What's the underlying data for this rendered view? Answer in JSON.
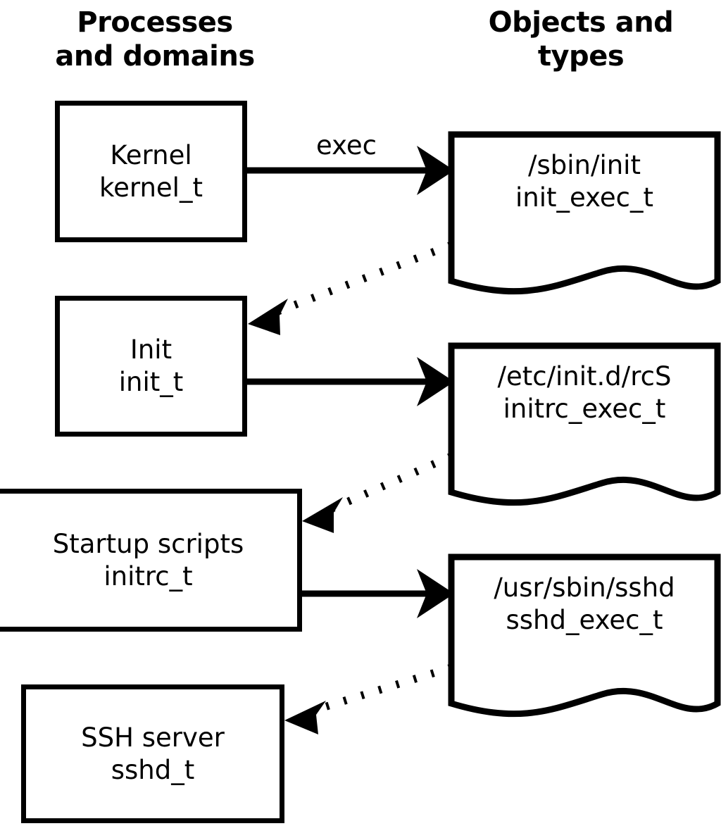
{
  "headers": {
    "left": "Processes\nand domains",
    "right": "Objects and\ntypes"
  },
  "processes": [
    {
      "id": "kernel",
      "name": "Kernel",
      "type": "kernel_t"
    },
    {
      "id": "init",
      "name": "Init",
      "type": "init_t"
    },
    {
      "id": "initrc",
      "name": "Startup scripts",
      "type": "initrc_t"
    },
    {
      "id": "sshd",
      "name": "SSH server",
      "type": "sshd_t"
    }
  ],
  "objects": [
    {
      "id": "init-exec",
      "path": "/sbin/init",
      "type": "init_exec_t"
    },
    {
      "id": "initrc-exec",
      "path": "/etc/init.d/rcS",
      "type": "initrc_exec_t"
    },
    {
      "id": "sshd-exec",
      "path": "/usr/sbin/sshd",
      "type": "sshd_exec_t"
    }
  ],
  "edges": [
    {
      "id": "exec-kernel-init",
      "label": "exec",
      "style": "solid"
    },
    {
      "id": "transition-init",
      "label": "",
      "style": "dotted"
    },
    {
      "id": "exec-init-initrc",
      "label": "",
      "style": "solid"
    },
    {
      "id": "transition-initrc",
      "label": "",
      "style": "dotted"
    },
    {
      "id": "exec-initrc-sshd",
      "label": "",
      "style": "solid"
    },
    {
      "id": "transition-sshd",
      "label": "",
      "style": "dotted"
    }
  ],
  "colors": {
    "stroke": "#000000",
    "background": "#ffffff",
    "text": "#000000"
  }
}
